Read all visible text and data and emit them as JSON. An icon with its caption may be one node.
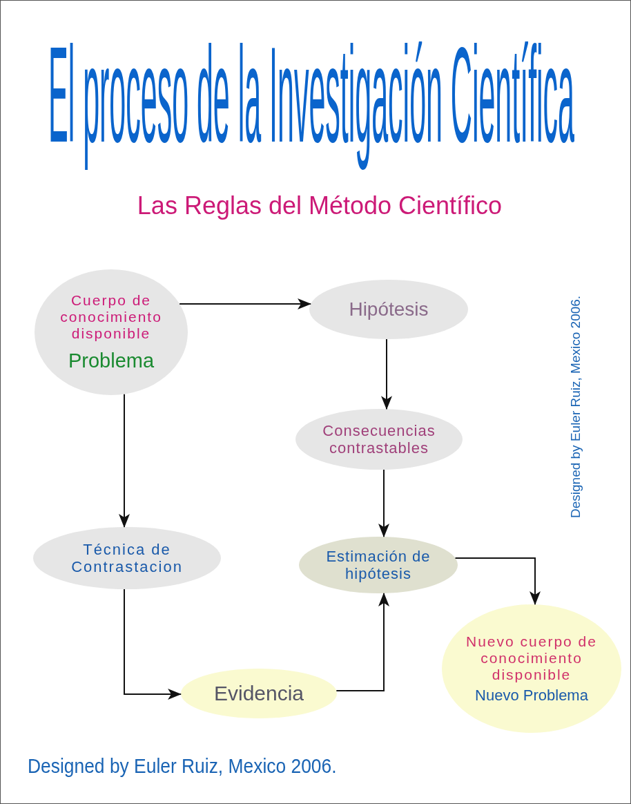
{
  "diagram": {
    "title": "El proceso de la Investigación Científica",
    "nodes": [
      {
        "text": [
          "Cuerpo de conocimiento disponible",
          "Problema"
        ]
      },
      {
        "text": [
          "Hipótesis"
        ]
      },
      {
        "text": [
          "Consecuencias contrastables"
        ]
      },
      {
        "text": [
          "Técnica de Contrastacion"
        ]
      },
      {
        "text": [
          "Estimación de hipótesis"
        ]
      },
      {
        "text": [
          "Evidencia"
        ]
      },
      {
        "text": [
          "Nuevo cuerpo de conocimiento disponible",
          "Nuevo Problema"
        ]
      }
    ],
    "edges": [
      {
        "from": 0,
        "to": 1,
        "arrow": "to"
      },
      {
        "from": 1,
        "to": 2,
        "arrow": "to"
      },
      {
        "from": 2,
        "to": 4,
        "arrow": "to"
      },
      {
        "from": 0,
        "to": 3,
        "arrow": "to"
      },
      {
        "from": 3,
        "to": 5,
        "arrow": "to"
      },
      {
        "from": 5,
        "to": 4,
        "arrow": "to"
      },
      {
        "from": 4,
        "to": 6,
        "arrow": "to"
      }
    ],
    "labels": [
      "Las Reglas del Método Científico",
      "Designed by Euler Ruiz, Mexico 2006.",
      "Designed by Euler Ruiz, Mexico 2006."
    ]
  }
}
